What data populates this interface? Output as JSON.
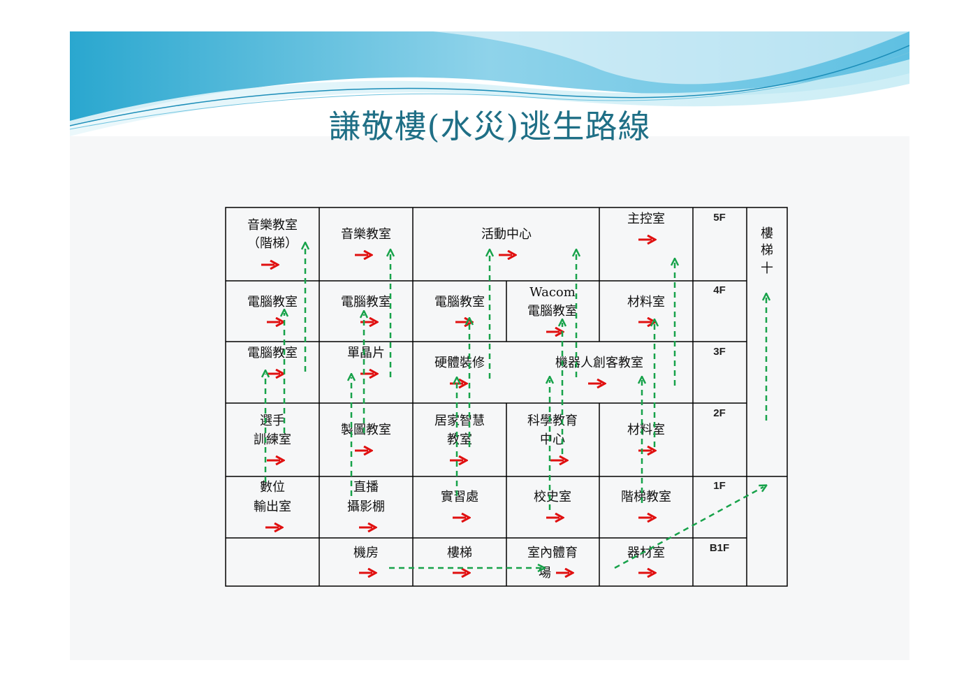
{
  "title": "謙敬樓(水災)逃生路線",
  "floors": [
    "5F",
    "4F",
    "3F",
    "2F",
    "1F",
    "B1F"
  ],
  "stair_label": [
    "樓",
    "梯",
    "十"
  ],
  "rooms": {
    "r5a": [
      "音樂教室",
      "（階梯）"
    ],
    "r5b": [
      "音樂教室"
    ],
    "r5c": [
      "活動中心"
    ],
    "r5e": [
      "主控室"
    ],
    "r4a": [
      "電腦教室"
    ],
    "r4b": [
      "電腦教室"
    ],
    "r4c": [
      "電腦教室"
    ],
    "r4d": [
      "Wacom",
      "電腦教室"
    ],
    "r4e": [
      "材料室"
    ],
    "r3a": [
      "電腦教室"
    ],
    "r3b": [
      "單晶片"
    ],
    "r3c": [
      "硬體裝修"
    ],
    "r3d": [
      "機器人創客教室"
    ],
    "r2a": [
      "選手",
      "訓練室"
    ],
    "r2b": [
      "製圖教室"
    ],
    "r2c": [
      "居家智慧",
      "教室"
    ],
    "r2d": [
      "科學教育",
      "中心"
    ],
    "r2e": [
      "材料室"
    ],
    "r1a": [
      "數位",
      "輸出室"
    ],
    "r1b": [
      "直播",
      "攝影棚"
    ],
    "r1c": [
      "實習處"
    ],
    "r1d": [
      "校史室"
    ],
    "r1e": [
      "階梯教室"
    ],
    "rb1b": [
      "機房"
    ],
    "rb1c": [
      "樓梯"
    ],
    "rb1d": [
      "室內體育",
      "場"
    ],
    "rb1e": [
      "器材室"
    ]
  },
  "colors": {
    "grid": "#000000",
    "red_arrow": "#e01010",
    "green_arrow": "#17a24a",
    "title": "#1f6f86"
  }
}
